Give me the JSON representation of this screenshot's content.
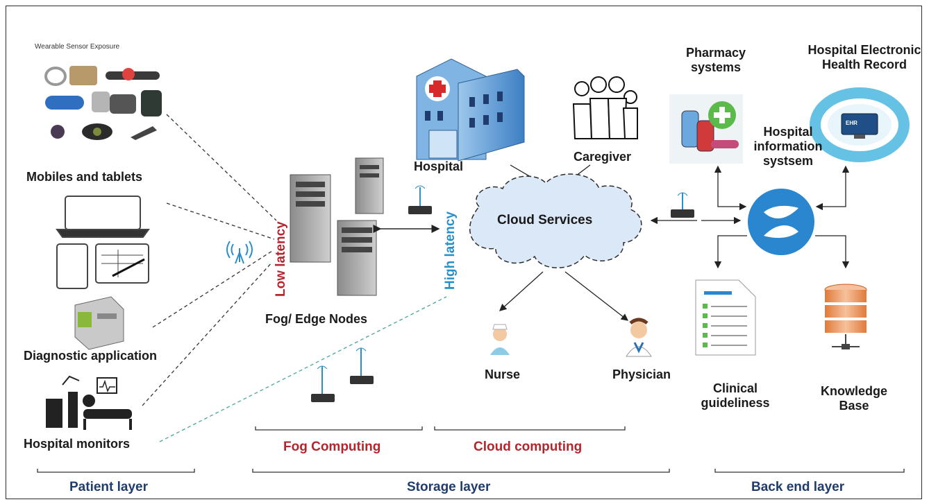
{
  "patient_layer": {
    "wearable_caption": "Wearable Sensor Exposure",
    "mobiles": "Mobiles and tablets",
    "diagnostic": "Diagnostic application",
    "monitors": "Hospital monitors",
    "layer_label": "Patient layer"
  },
  "storage_layer": {
    "low_latency": "Low latency",
    "high_latency": "High latency",
    "fog_nodes": "Fog/ Edge Nodes",
    "hospital": "Hospital",
    "caregiver": "Caregiver",
    "cloud": "Cloud Services",
    "nurse": "Nurse",
    "physician": "Physician",
    "fog_computing": "Fog Computing",
    "cloud_computing": "Cloud computing",
    "layer_label": "Storage layer"
  },
  "backend_layer": {
    "pharmacy": "Pharmacy systems",
    "ehr": "Hospital Electronic Health Record",
    "his": "Hospital information systsem",
    "ehr_screen": "EHR",
    "clinical": "Clinical guideliness",
    "knowledge": "Knowledge Base",
    "layer_label": "Back end layer"
  },
  "colors": {
    "accent_red": "#b3262e",
    "layer_blue": "#1f3c6e",
    "latency_blue": "#2a8fc7",
    "dashed_line": "#333333",
    "dashed_teal": "#4aa59a",
    "cloud_fill": "#dbe8f7"
  }
}
